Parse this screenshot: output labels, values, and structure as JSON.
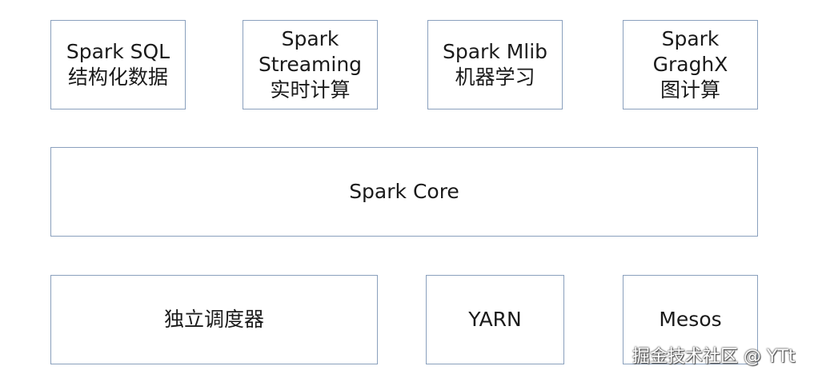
{
  "top_row": {
    "spark_sql": {
      "line1": "Spark SQL",
      "line2": "结构化数据"
    },
    "spark_streaming": {
      "line1": "Spark",
      "line2": "Streaming",
      "line3": "实时计算"
    },
    "spark_mlib": {
      "line1": "Spark Mlib",
      "line2": "机器学习"
    },
    "spark_graphx": {
      "line1": "Spark",
      "line2": "GraghX",
      "line3": "图计算"
    }
  },
  "core": {
    "label": "Spark Core"
  },
  "bottom_row": {
    "standalone": {
      "label": "独立调度器"
    },
    "yarn": {
      "label": "YARN"
    },
    "mesos": {
      "label": "Mesos"
    }
  },
  "watermark": {
    "text": "掘金技术社区 @ YTt"
  },
  "colors": {
    "box_border": "#8aa0bd",
    "text": "#1a1a1a",
    "background": "#ffffff"
  }
}
